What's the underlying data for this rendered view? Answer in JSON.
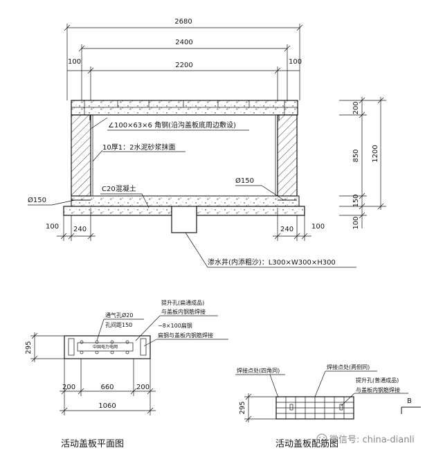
{
  "section": {
    "dims_top": {
      "overall": "2680",
      "inner_with_walls": "2400",
      "clear": "2200",
      "side_left": "100",
      "side_right": "100"
    },
    "dims_right": {
      "cover": "200",
      "wall": "850",
      "base": "150",
      "total": "1200",
      "below": "100"
    },
    "dims_bottom": {
      "left_outer": "100",
      "left_wall": "240",
      "right_wall": "240",
      "right_outer": "100"
    },
    "labels": {
      "angle_steel": "∠100×63×6 角钢(沿沟盖板底周边敷设)",
      "plaster": "10厚1：2水泥砂浆抹面",
      "concrete": "C20混凝土",
      "pipe_left": "Ø150",
      "pipe_right": "Ø150",
      "seepage_well": "渗水井(内添粗沙)：L300×W300×H300"
    }
  },
  "plan": {
    "title": "活动盖板平面图",
    "vent_label": "通气孔Ø20",
    "vent_spacing": "孔间距150",
    "lift_label_1": "提升孔(扁通成品)",
    "lift_label_2": "与盖板内钢筋焊接",
    "flat_steel_label_1": "−8×100扁钢",
    "flat_steel_label_2": "扁钢与盖板内钢筋焊接",
    "plate_text": "中国电力电网",
    "dim_height": "295",
    "dim_left": "200",
    "dim_mid": "660",
    "dim_right": "200",
    "dim_total": "1060"
  },
  "rebar": {
    "title": "活动盖板配筋图",
    "weld_corner": "焊接点处(四角同)",
    "weld_side": "焊接点处(两侧同)",
    "lift_label_1": "提升孔(普通成品)",
    "lift_label_2": "与盖板内钢筋焊接",
    "dim_height": "295",
    "section_mark": "B"
  },
  "watermark": "微信号: china-dianli"
}
